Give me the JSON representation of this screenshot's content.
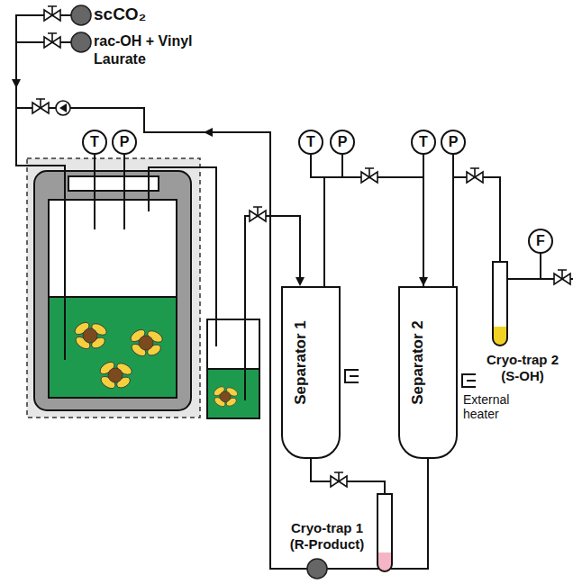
{
  "diagram": {
    "nodes": [
      {
        "text": [
          "T"
        ]
      },
      {
        "text": [
          "P"
        ]
      },
      {
        "text": [
          "T"
        ]
      },
      {
        "text": [
          "P"
        ]
      },
      {
        "text": [
          "T"
        ]
      },
      {
        "text": [
          "P"
        ]
      },
      {
        "text": [
          "F"
        ]
      },
      {
        "text": [
          "Separator 1"
        ]
      },
      {
        "text": [
          "Separator 2"
        ]
      },
      {
        "text": [
          "Cryo-trap 2 (S-OH)"
        ]
      },
      {
        "text": [
          "Cryo-trap 1 (R-Product)"
        ]
      }
    ],
    "edges": [
      {
        "from": 2,
        "to": 7,
        "arrow": "none"
      },
      {
        "from": 3,
        "to": 7,
        "arrow": "none"
      },
      {
        "from": 7,
        "to": 8,
        "arrow": "to"
      },
      {
        "from": 4,
        "to": 8,
        "arrow": "none"
      },
      {
        "from": 5,
        "to": 8,
        "arrow": "none"
      },
      {
        "from": 8,
        "to": 9,
        "arrow": "none"
      },
      {
        "from": 6,
        "to": 9,
        "arrow": "none"
      },
      {
        "from": 7,
        "to": 10,
        "arrow": "none"
      }
    ],
    "labels": [
      "scCO₂",
      "rac-OH + Vinyl Laurate",
      "External heater"
    ]
  }
}
